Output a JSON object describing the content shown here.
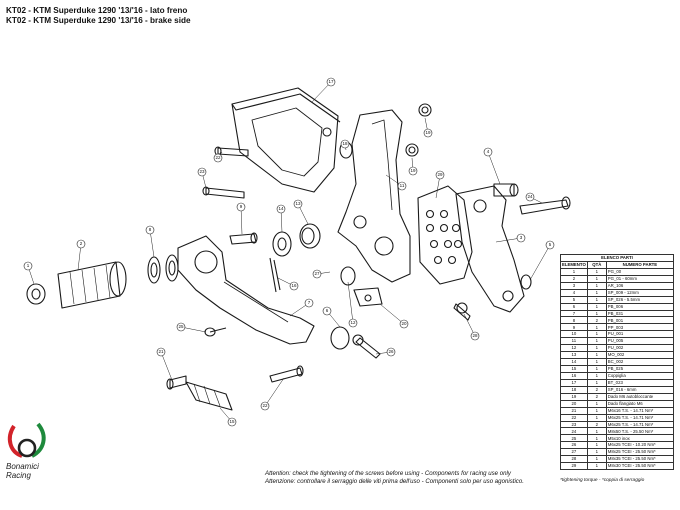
{
  "titles": {
    "line1": "KT02 - KTM Superduke 1290 '13/'16 - lato freno",
    "line2": "KT02 - KTM Superduke 1290 '13/'16 - brake side"
  },
  "parts_table": {
    "caption": "ELENCO PARTI",
    "headers": [
      "ELEMENTO",
      "QTÀ",
      "NUMERO PARTE"
    ],
    "rows": [
      [
        "1",
        "1",
        "PG_00"
      ],
      [
        "2",
        "1",
        "PG_01 - 60mm"
      ],
      [
        "3",
        "1",
        "AR_106"
      ],
      [
        "4",
        "1",
        "SP_009 - 12mm"
      ],
      [
        "5",
        "1",
        "SP_026 - 5.5mm"
      ],
      [
        "6",
        "1",
        "PB_006"
      ],
      [
        "7",
        "1",
        "PB_031"
      ],
      [
        "8",
        "2",
        "PB_001"
      ],
      [
        "9",
        "1",
        "PP_003"
      ],
      [
        "10",
        "1",
        "PU_001"
      ],
      [
        "11",
        "1",
        "PU_005"
      ],
      [
        "12",
        "1",
        "PU_002"
      ],
      [
        "13",
        "1",
        "MO_002"
      ],
      [
        "14",
        "1",
        "BC_002"
      ],
      [
        "15",
        "1",
        "PB_025"
      ],
      [
        "16",
        "1",
        "Coppiglia"
      ],
      [
        "17",
        "1",
        "BT_023"
      ],
      [
        "18",
        "2",
        "SP_016 - 6mm"
      ],
      [
        "19",
        "2",
        "Dado M6 autobloccante"
      ],
      [
        "20",
        "1",
        "Dado flangiato M6"
      ],
      [
        "21",
        "1",
        "M6x16 T.S. - 14.71 Nm*"
      ],
      [
        "22",
        "1",
        "M6x25 T.S. - 14.71 Nm*"
      ],
      [
        "23",
        "2",
        "M6x25 T.S. - 14.71 Nm*"
      ],
      [
        "24",
        "1",
        "M8x50 T.S. - 25.50 Nm*"
      ],
      [
        "25",
        "1",
        "M5x10 inox"
      ],
      [
        "26",
        "1",
        "M6x25 TCEI - 10.20 Nm*"
      ],
      [
        "27",
        "1",
        "M8x25 TCEI - 25.50 Nm*"
      ],
      [
        "28",
        "1",
        "M8x35 TCEI - 25.50 Nm*"
      ],
      [
        "29",
        "1",
        "M8x30 TCEI - 25.50 Nm*"
      ]
    ]
  },
  "footer": {
    "line1": "Attention: check the tightening of the screws before using - Components for racing use only",
    "line2": "Attenzione: controllare il serraggio delle viti prima dell'uso - Componenti solo per uso agonistico.",
    "torque_note": "*tightening torque - *coppia di serraggio"
  },
  "brand": {
    "line1": "Bonamici",
    "line2": "Racing",
    "colors": {
      "red": "#d2232a",
      "green": "#1e8a3c",
      "dark": "#222222"
    }
  },
  "callouts": [
    "1",
    "2",
    "3",
    "4",
    "5",
    "6",
    "7",
    "8",
    "9",
    "10",
    "11",
    "12",
    "13",
    "14",
    "15",
    "16",
    "17",
    "18",
    "19",
    "20",
    "21",
    "22",
    "23",
    "24",
    "25",
    "26",
    "27",
    "28",
    "29"
  ]
}
